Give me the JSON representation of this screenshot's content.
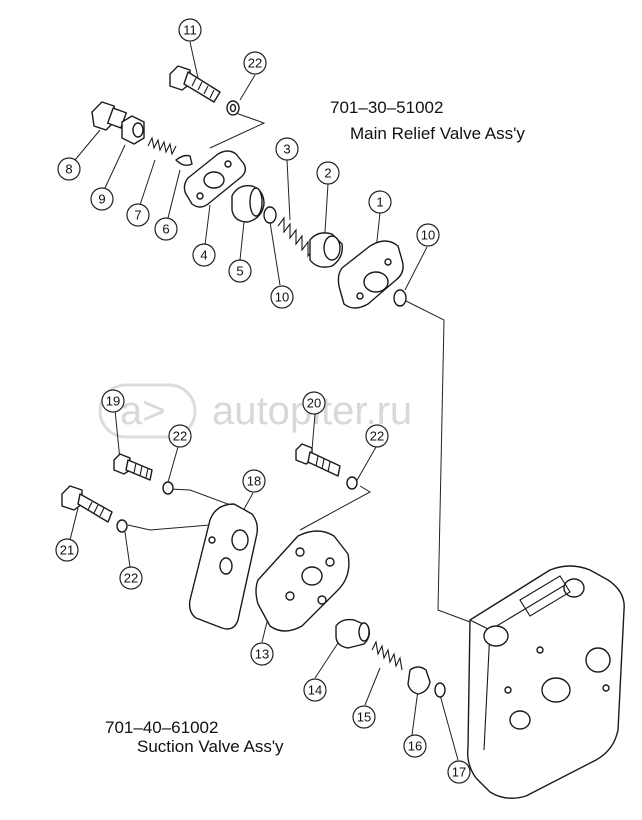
{
  "watermark": {
    "text": "autopiter.ru"
  },
  "assemblies": [
    {
      "part_number": "701–30–51002",
      "name": "Main Relief Valve Ass'y"
    },
    {
      "part_number": "701–40–61002",
      "name": "Suction Valve Ass'y"
    }
  ],
  "callouts": [
    {
      "id": "c11",
      "label": "11"
    },
    {
      "id": "c22a",
      "label": "22"
    },
    {
      "id": "c8",
      "label": "8"
    },
    {
      "id": "c9",
      "label": "9"
    },
    {
      "id": "c7",
      "label": "7"
    },
    {
      "id": "c6",
      "label": "6"
    },
    {
      "id": "c4",
      "label": "4"
    },
    {
      "id": "c5",
      "label": "5"
    },
    {
      "id": "c3",
      "label": "3"
    },
    {
      "id": "c2",
      "label": "2"
    },
    {
      "id": "c10a",
      "label": "10"
    },
    {
      "id": "c1",
      "label": "1"
    },
    {
      "id": "c10b",
      "label": "10"
    },
    {
      "id": "c19",
      "label": "19"
    },
    {
      "id": "c22b",
      "label": "22"
    },
    {
      "id": "c20",
      "label": "20"
    },
    {
      "id": "c22c",
      "label": "22"
    },
    {
      "id": "c18",
      "label": "18"
    },
    {
      "id": "c21",
      "label": "21"
    },
    {
      "id": "c22d",
      "label": "22"
    },
    {
      "id": "c13",
      "label": "13"
    },
    {
      "id": "c14",
      "label": "14"
    },
    {
      "id": "c15",
      "label": "15"
    },
    {
      "id": "c16",
      "label": "16"
    },
    {
      "id": "c17",
      "label": "17"
    }
  ]
}
